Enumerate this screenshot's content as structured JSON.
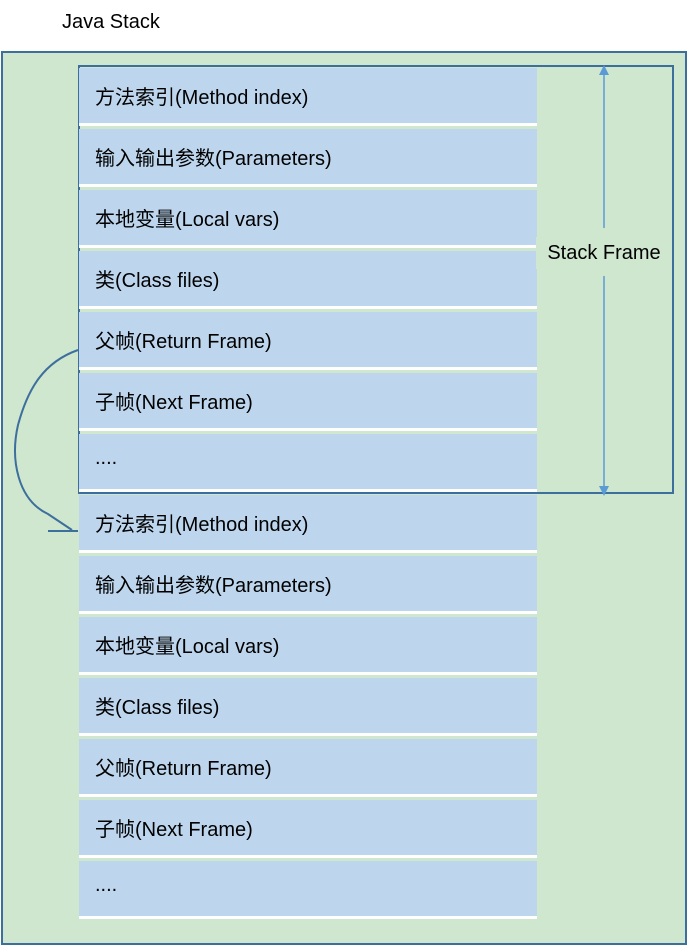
{
  "title": "Java Stack",
  "stack_frame_label": "Stack Frame",
  "colors": {
    "container_fill": "#cfe6cf",
    "cell_fill": "#bdd6ee",
    "border": "#3d6f9c",
    "arrow": "#5b9bd5"
  },
  "frames": [
    {
      "cells": [
        "方法索引(Method index)",
        "输入输出参数(Parameters)",
        "本地变量(Local vars)",
        "类(Class files)",
        "父帧(Return Frame)",
        "子帧(Next Frame)",
        "...."
      ]
    },
    {
      "cells": [
        "方法索引(Method index)",
        "输入输出参数(Parameters)",
        "本地变量(Local vars)",
        "类(Class files)",
        "父帧(Return Frame)",
        "子帧(Next Frame)",
        "...."
      ]
    }
  ]
}
